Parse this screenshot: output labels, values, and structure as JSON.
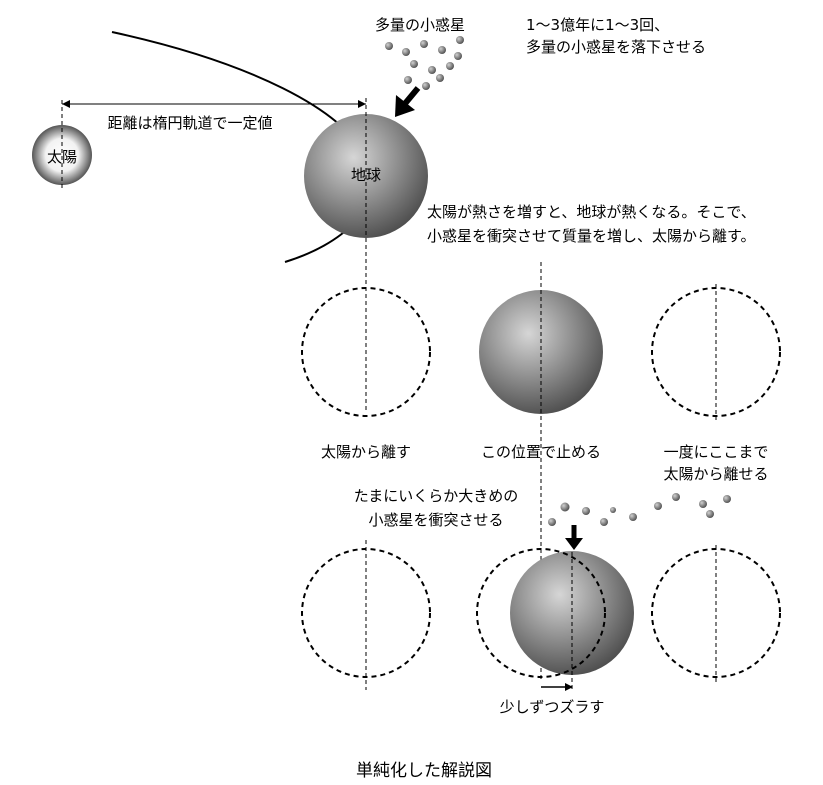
{
  "labels": {
    "asteroids_many": "多量の小惑星",
    "drop_line1": "1〜3億年に1〜3回、",
    "drop_line2": "多量の小惑星を落下させる",
    "distance": "距離は楕円軌道で一定値",
    "sun": "太陽",
    "earth": "地球",
    "explain_line1": "太陽が熱さを増すと、地球が熱くなる。そこで、",
    "explain_line2": "小惑星を衝突させて質量を増し、太陽から離す。",
    "step_move_away": "太陽から離す",
    "step_stop": "この位置で止める",
    "step_once_line1": "一度にここまで",
    "step_once_line2": "太陽から離せる",
    "bigger_line1": "たまにいくらか大きめの",
    "bigger_line2": "小惑星を衝突させる",
    "shift": "少しずつズラす",
    "caption": "単純化した解説図"
  },
  "colors": {
    "ink": "#000000",
    "sphere_light": "#d8d8d8",
    "sphere_dark": "#4a4a4a",
    "sun_light": "#ffffff",
    "sun_dark": "#555555",
    "asteroid": "#8a8a8a"
  }
}
